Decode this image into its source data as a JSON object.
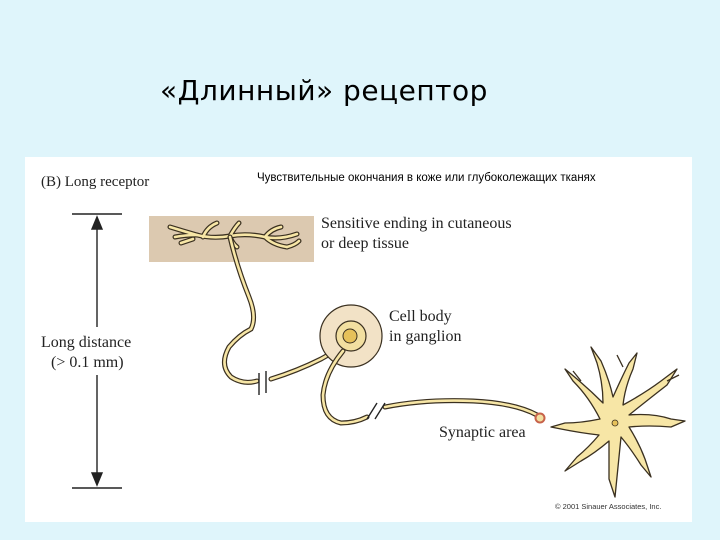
{
  "slide": {
    "title": "«Длинный» рецептор"
  },
  "figure": {
    "panel_label": "(B)  Long receptor",
    "ru_caption": "Чувствительные окончания в коже или глубоколежащих тканях",
    "sensitive_ending_label": [
      "Sensitive ending in cutaneous",
      "or deep tissue"
    ],
    "cell_body_label": [
      "Cell body",
      "in ganglion"
    ],
    "long_distance_label": [
      "Long distance",
      "(> 0.1 mm)"
    ],
    "synaptic_area_label": "Synaptic area",
    "copyright": "© 2001 Sinauer Associates, Inc."
  },
  "colors": {
    "background": "#dff5fb",
    "tissue": "#dcc9b0",
    "neuron_fill": "#f7e6a6",
    "neuron_stroke": "#3a3020",
    "ganglion_cell": "#f2dfa0",
    "synapse_marker": "#c7624a"
  }
}
